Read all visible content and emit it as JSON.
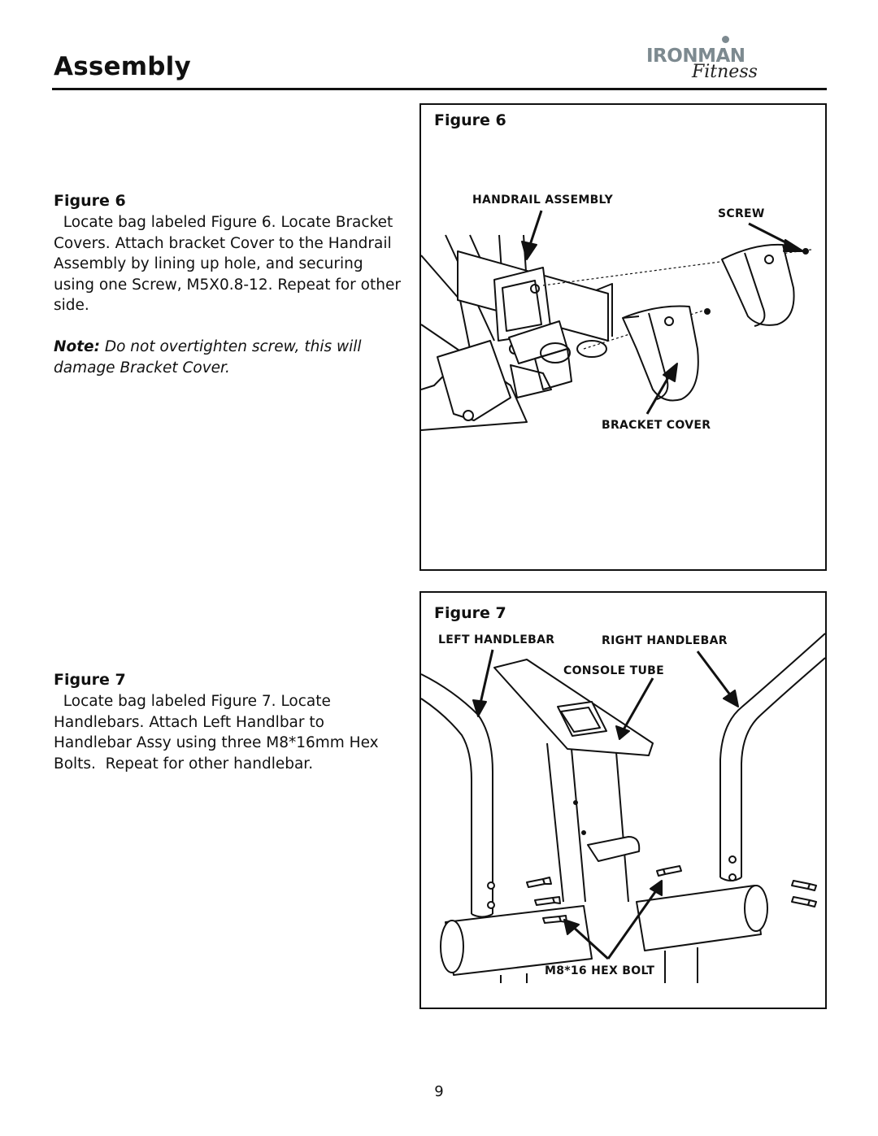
{
  "header": {
    "title": "Assembly",
    "logo_text": "IRONMAN",
    "logo_script": "Fitness"
  },
  "sections": [
    {
      "heading": "Figure 6",
      "body": "  Locate bag labeled Figure 6. Locate Bracket Covers. Attach bracket Cover to the Handrail Assembly by lining up hole, and securing using one Screw, M5X0.8-12. Repeat for other side.",
      "note_label": "Note:",
      "note_text": " Do not overtighten screw, this will damage Bracket Cover."
    },
    {
      "heading": "Figure 7",
      "body": "  Locate bag labeled Figure 7. Locate Handlebars. Attach Left Handlbar to Handlebar Assy using three M8*16mm Hex Bolts.  Repeat for other handlebar."
    }
  ],
  "figure6": {
    "label": "Figure 6",
    "callouts": {
      "handrail_assembly": "HANDRAIL ASSEMBLY",
      "screw": "SCREW",
      "bracket_cover": "BRACKET COVER"
    }
  },
  "figure7": {
    "label": "Figure 7",
    "callouts": {
      "left_handlebar": "LEFT HANDLEBAR",
      "right_handlebar": "RIGHT HANDLEBAR",
      "console_tube": "CONSOLE TUBE",
      "hex_bolt": "M8*16 HEX BOLT"
    }
  },
  "footer": {
    "page_number": "9"
  }
}
